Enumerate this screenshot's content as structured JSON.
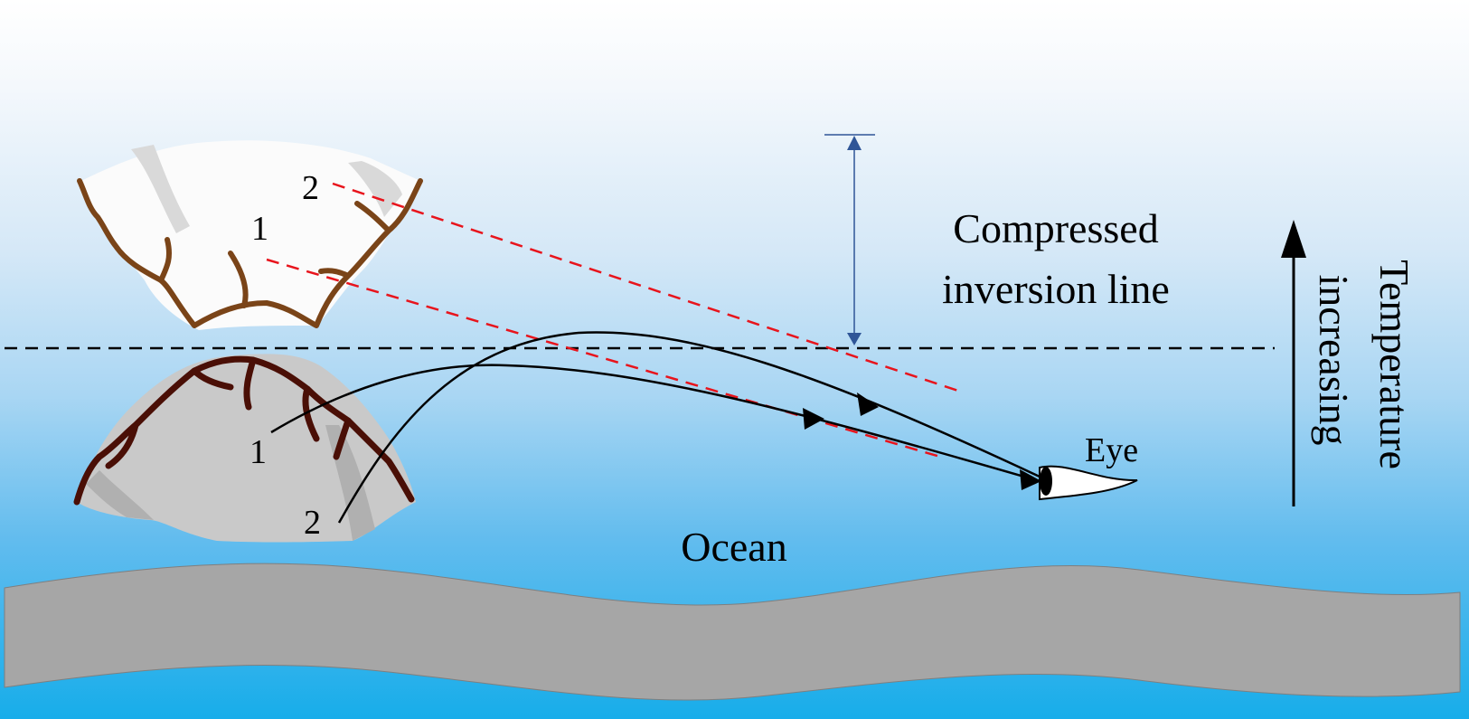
{
  "diagram": {
    "labels": {
      "compressed_line1": "Compressed",
      "compressed_line2": "inversion line",
      "temperature_line1": "Temperature",
      "temperature_line2": "increasing",
      "eye": "Eye",
      "ocean": "Ocean",
      "upper_point_1": "1",
      "upper_point_2": "2",
      "lower_point_1": "1",
      "lower_point_2": "2"
    },
    "colors": {
      "sky_top": "#ffffff",
      "sky_bottom": "#1aaeea",
      "ocean_band": "#a6a6a6",
      "virtual_ray": "#e8141c",
      "real_ray": "#000000",
      "dimension_arrow": "#2f5597",
      "iceberg_real": "#c9c9c9",
      "iceberg_image": "#fbfbfb",
      "crevice_real": "#4a0f06",
      "crevice_image": "#7a4418"
    }
  }
}
